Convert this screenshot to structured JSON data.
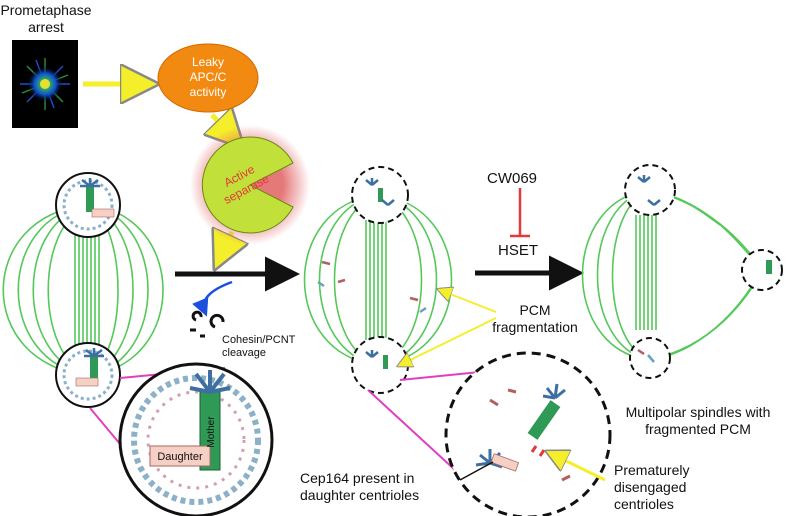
{
  "labels": {
    "prometaphase_line1": "Prometaphase",
    "prometaphase_line2": "arrest",
    "apc_line1": "Leaky",
    "apc_line2": "APC/C",
    "apc_line3": "activity",
    "separase_line1": "Active",
    "separase_line2": "separase",
    "cohesin_line1": "Cohesin/PCNT",
    "cohesin_line2": "cleavage",
    "inhibitor": "CW069",
    "target": "HSET",
    "pcm_line1": "PCM",
    "pcm_line2": "fragmentation",
    "multipolar_line1": "Multipolar spindles with",
    "multipolar_line2": "fragmented PCM",
    "cep164_line1": "Cep164 present in",
    "cep164_line2": "daughter centrioles",
    "premature_line1": "Prematurely",
    "premature_line2": "disengaged",
    "premature_line3": "centrioles",
    "daughter": "Daughter",
    "mother": "Mother"
  },
  "colors": {
    "spindle": "#55c85a",
    "arrow_yellow": "#f5ee2a",
    "apc_orange": "#f28a12",
    "separase_green": "#c2e03a",
    "separase_glow": "#e06060",
    "inhibit_red": "#e03a3a",
    "magenta": "#e040c0",
    "centriole_green": "#2f9a55",
    "appendage_blue": "#3d6fa0",
    "daughter_pink": "#f6d0c4"
  }
}
